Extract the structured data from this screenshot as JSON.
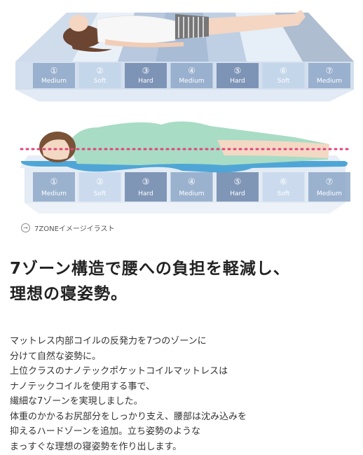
{
  "top_zones": [
    {
      "number": "①",
      "label": "Medium"
    },
    {
      "number": "②",
      "label": "Soft"
    },
    {
      "number": "③",
      "label": "Hard"
    },
    {
      "number": "④",
      "label": "Medium"
    },
    {
      "number": "⑤",
      "label": "Hard"
    },
    {
      "number": "⑥",
      "label": "Soft"
    },
    {
      "number": "⑦",
      "label": "Medium"
    }
  ],
  "bottom_zones": [
    {
      "number": "①",
      "label": "Medium"
    },
    {
      "number": "②",
      "label": "Soft"
    },
    {
      "number": "③",
      "label": "Hard"
    },
    {
      "number": "④",
      "label": "Medium"
    },
    {
      "number": "⑤",
      "label": "Hard"
    },
    {
      "number": "⑥",
      "label": "Soft"
    },
    {
      "number": "⑦",
      "label": "Medium"
    }
  ],
  "caption": "7ZONEイメージイラスト",
  "headline": {
    "line1": "7ゾーン構造で腰への負担を軽減し、",
    "line2": "理想の寝姿勢。"
  },
  "body_lines": [
    "マットレス内部コイルの反発力を7つのゾーンに",
    "分けて自然な姿勢に。",
    "上位クラスのナノテックポケットコイルマットレスは",
    "ナノテックコイルを使用する事で、",
    "繊細な7ゾーンを実現しました。",
    "体重のかかるお尻部分をしっかり支え、腰部は沈み込みを",
    "抑えるハードゾーンを追加。立ち姿勢のような",
    "まっすぐな理想の寝姿勢を作り出します。"
  ],
  "colors": {
    "soft": "#b8cde6",
    "medium": "#8ea8c8",
    "hard": "#6f87ac",
    "mattress_top": "#dde7f3",
    "mattress_side": "#c9d8ea",
    "spine_line": "#e0457b",
    "topper": "#4fa6d6"
  }
}
